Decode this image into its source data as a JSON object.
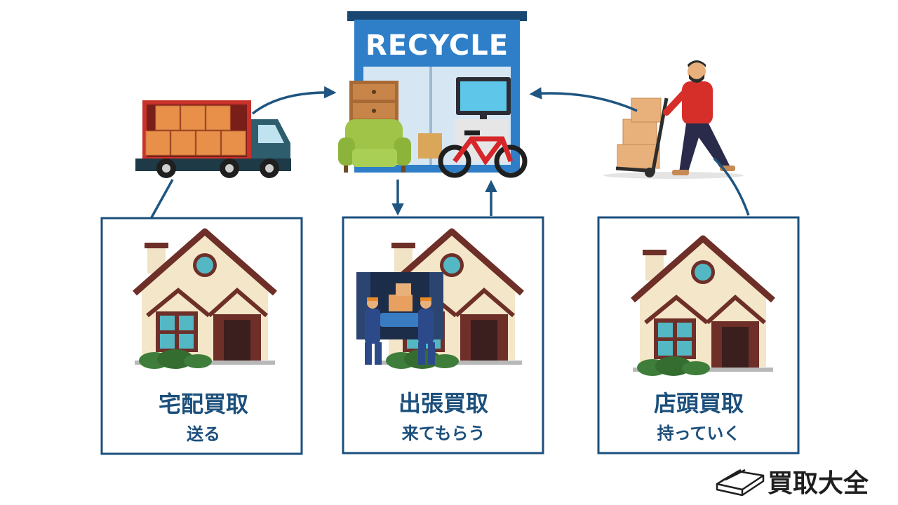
{
  "store": {
    "sign": "RECYCLE"
  },
  "cards": [
    {
      "title": "宅配買取",
      "subtitle": "送る"
    },
    {
      "title": "出張買取",
      "subtitle": "来てもらう"
    },
    {
      "title": "店頭買取",
      "subtitle": "持っていく"
    }
  ],
  "brand": {
    "name": "買取大全"
  },
  "colors": {
    "accent": "#1b4f7c",
    "arrow": "#1f5580",
    "store_blue": "#2f7fc8",
    "truck_red": "#c8322a",
    "box_orange": "#e8904a"
  }
}
